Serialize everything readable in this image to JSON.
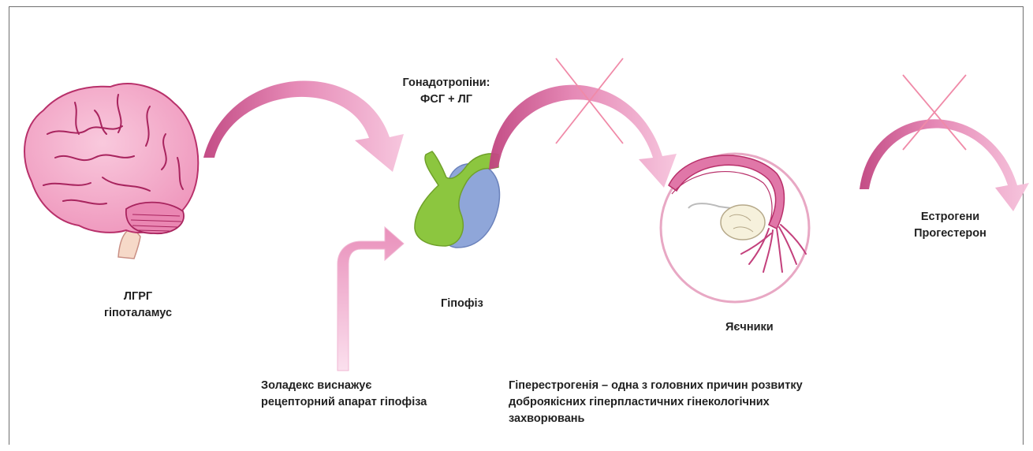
{
  "labels": {
    "brain_line1": "ЛГРГ",
    "brain_line2": "гіпоталамус",
    "gonadotropins_line1": "Гонадотропіни:",
    "gonadotropins_line2": "ФСГ + ЛГ",
    "pituitary": "Гіпофіз",
    "ovaries": "Яєчники",
    "hormones_line1": "Естрогени",
    "hormones_line2": "Прогестерон",
    "zoladex_line1": "Золадекс виснажує",
    "zoladex_line2": "рецепторний апарат гіпофіза",
    "hyperestrogenia_line1": "Гіперестрогенія – одна з головних причин розвитку",
    "hyperestrogenia_line2": "доброякісних гіперпластичних гінекологічних",
    "hyperestrogenia_line3": "захворювань"
  },
  "colors": {
    "arrow_light": "#f2b6d4",
    "arrow_dark": "#c0437f",
    "cross": "#f08aa8",
    "brain": "#f4a8c8",
    "brain_line": "#b8306a",
    "pituitary_green": "#8cc63f",
    "pituitary_blue": "#8fa6d9",
    "ovary_circle": "#e8a8c4",
    "ovary_tube": "#d25590",
    "ovary_body": "#f6f1dc",
    "frame": "#6f6f6f"
  },
  "icons": {
    "brain": "brain-icon",
    "pituitary": "pituitary-gland-icon",
    "ovary": "ovary-icon"
  }
}
